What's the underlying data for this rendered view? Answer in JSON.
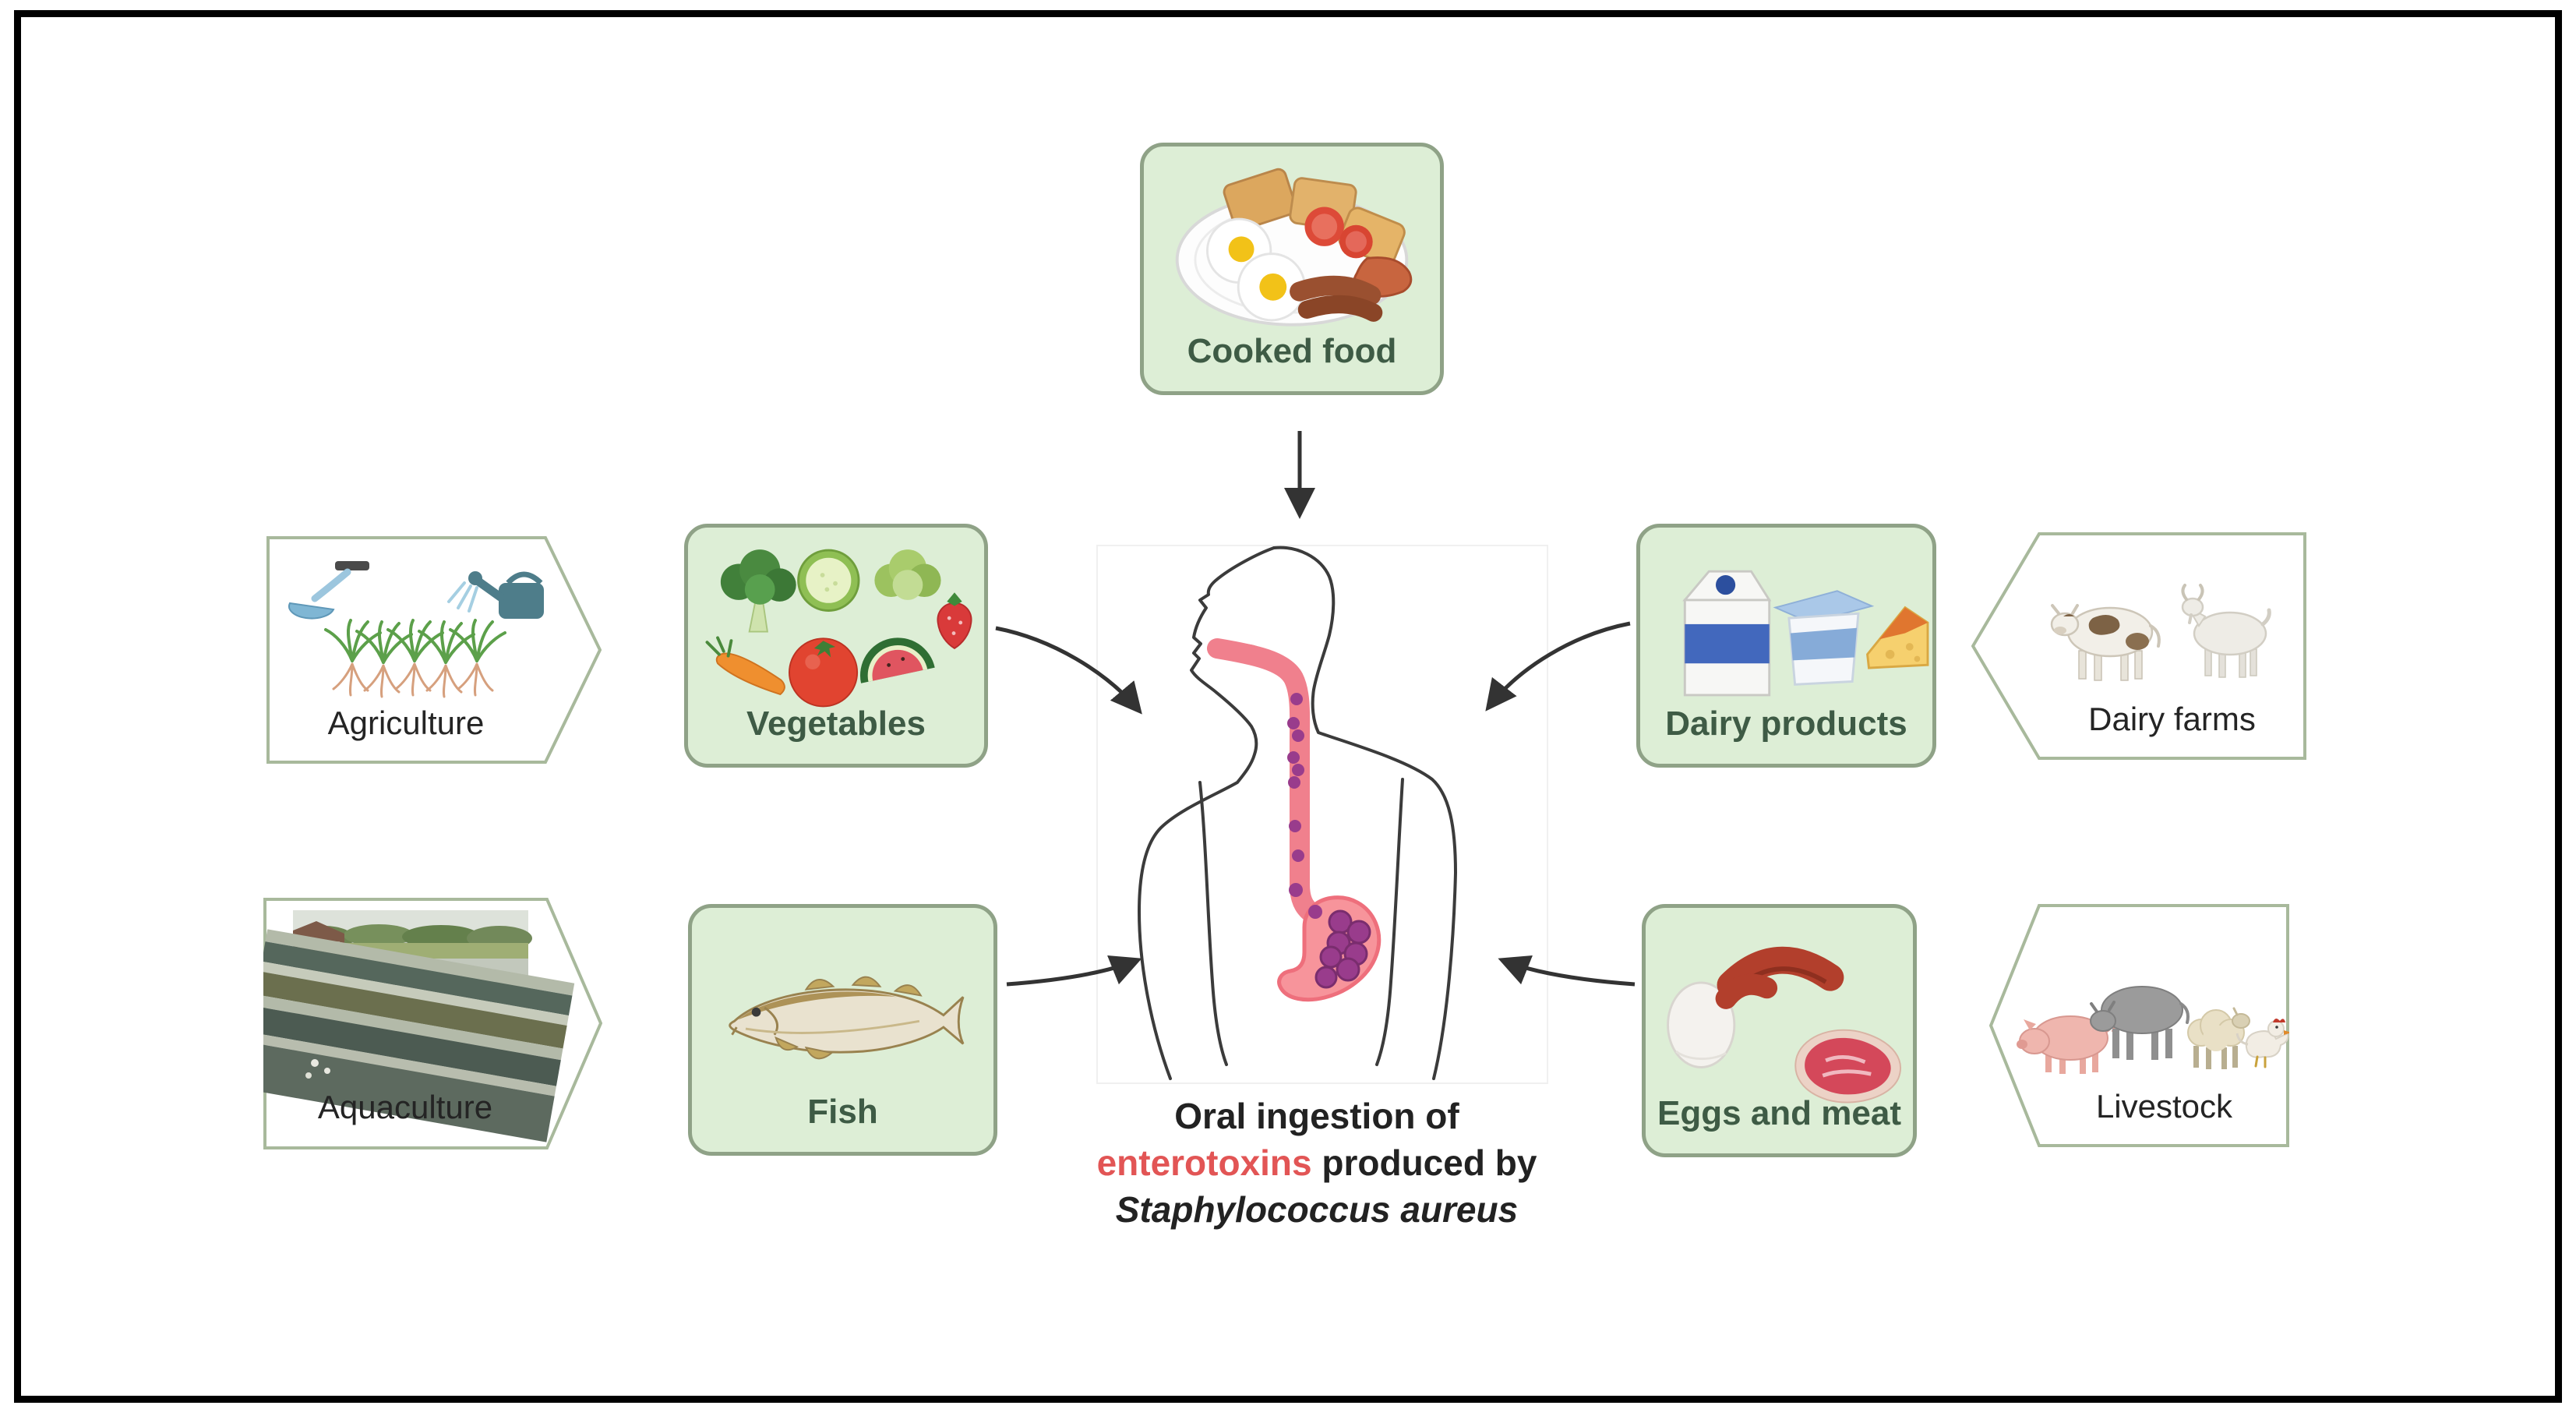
{
  "nodes": {
    "cooked_food": {
      "label": "Cooked food",
      "icons": [
        "breakfast-plate"
      ]
    },
    "vegetables": {
      "label": "Vegetables",
      "icons": [
        "broccoli",
        "cucumber-slice",
        "lettuce",
        "strawberry",
        "carrot",
        "tomato",
        "watermelon"
      ]
    },
    "dairy_products": {
      "label": "Dairy products",
      "icons": [
        "milk-carton",
        "yogurt-cup",
        "cheese-wedge"
      ]
    },
    "fish": {
      "label": "Fish",
      "icons": [
        "fish"
      ]
    },
    "eggs_and_meat": {
      "label": "Eggs and meat",
      "icons": [
        "egg",
        "sausages",
        "steak"
      ]
    },
    "agriculture": {
      "label": "Agriculture",
      "icons": [
        "water-scoop",
        "irrigated-crops",
        "watering-can"
      ]
    },
    "aquaculture": {
      "label": "Aquaculture",
      "icons": [
        "fish-farm-photo"
      ]
    },
    "dairy_farms": {
      "label": "Dairy farms",
      "icons": [
        "cow",
        "goat"
      ]
    },
    "livestock": {
      "label": "Livestock",
      "icons": [
        "pig",
        "cow",
        "sheep",
        "chicken"
      ]
    }
  },
  "caption": {
    "line1": "Oral ingestion of",
    "enterotoxins": "enterotoxins",
    "produced_by": " produced by",
    "organism": "Staphylococcus aureus"
  },
  "colors": {
    "frame": "#000000",
    "box_fill": "#ddeed6",
    "box_border": "#8fa287",
    "box_label": "#3e5b45",
    "pentagon_border": "#a8b99c",
    "pentagon_label": "#242424",
    "caption_text": "#222222",
    "caption_red": "#e25555",
    "arrow": "#333333",
    "body_outline": "#3b3b3b",
    "esophagus": "#f0808d",
    "stomach_fill": "#f7949b",
    "stomach_stroke": "#ee6f7c",
    "bacteria": "#993c8c"
  }
}
